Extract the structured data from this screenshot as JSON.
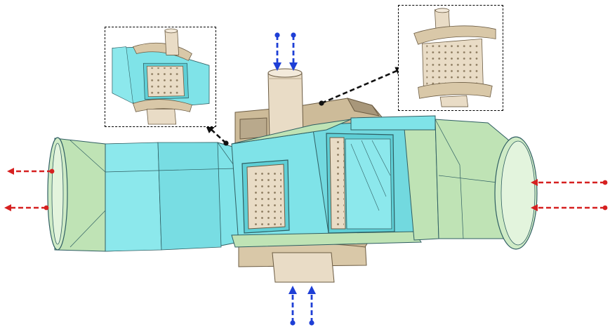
{
  "diagram": {
    "colors": {
      "duct_cyan": "#7FE3E8",
      "duct_cyan_dark": "#5FCFD6",
      "endwall_green": "#BFE3B5",
      "metal_beige": "#E9DCC6",
      "metal_shadow": "#B9A98C",
      "edge_line": "#2F5E62",
      "arrow_red": "#D62020",
      "arrow_blue": "#1E3FD6",
      "pointer_black": "#111111"
    },
    "flows": {
      "left_outlets": {
        "direction": "out",
        "color_key": "arrow_red",
        "count": 2
      },
      "right_inlets": {
        "direction": "in",
        "color_key": "arrow_red",
        "count": 2
      },
      "top_inlets": {
        "direction": "down",
        "color_key": "arrow_blue",
        "count": 2
      },
      "bottom_inlets": {
        "direction": "up",
        "color_key": "arrow_blue",
        "count": 2
      }
    },
    "insets": [
      {
        "name": "detail-inset-left",
        "subject": "vane-in-duct-cutaway"
      },
      {
        "name": "detail-inset-right",
        "subject": "cooled-vane-with-film-holes"
      }
    ]
  }
}
